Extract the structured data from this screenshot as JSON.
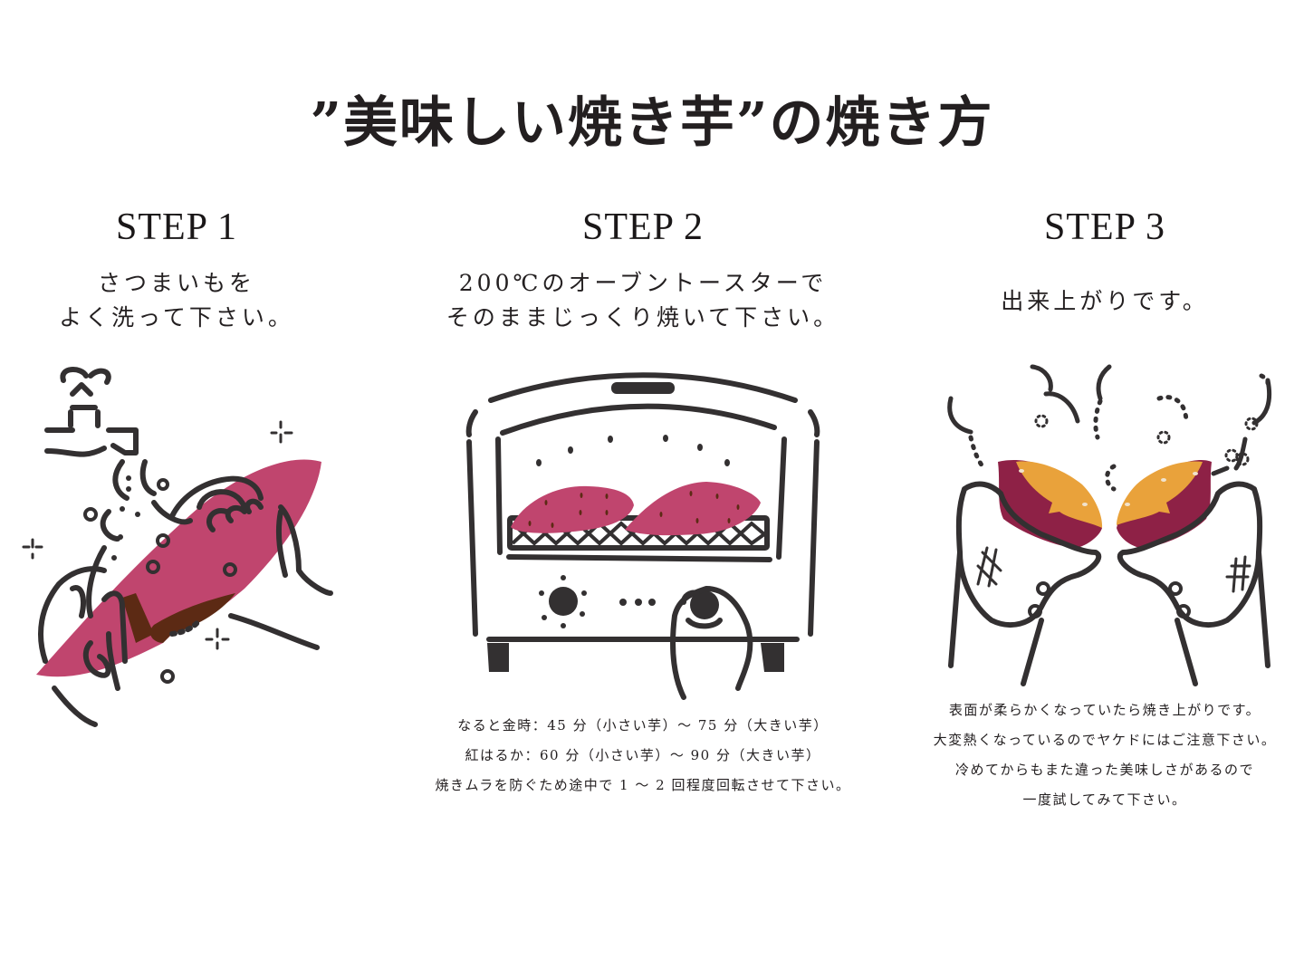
{
  "title": "”美味しい焼き芋”の焼き方",
  "colors": {
    "ink": "#333031",
    "potato_skin": "#c0456e",
    "potato_dirt": "#5c2a14",
    "baked_skin": "#8e2146",
    "baked_flesh": "#e9a23b"
  },
  "steps": [
    {
      "heading": "STEP 1",
      "description_lines": [
        "さつまいもを",
        "よく洗って下さい。"
      ],
      "illustration": "washing-sweet-potato-icon"
    },
    {
      "heading": "STEP 2",
      "description_lines": [
        "200℃のオーブントースターで",
        "そのままじっくり焼いて下さい。"
      ],
      "illustration": "toaster-oven-icon",
      "notes": [
        "なると金時：45 分（小さい芋）～ 75 分（大きい芋）",
        "紅はるか：60 分（小さい芋）～ 90 分（大きい芋）",
        "焼きムラを防ぐため途中で 1 ～ 2 回程度回転させて下さい。"
      ]
    },
    {
      "heading": "STEP 3",
      "description_lines": [
        "出来上がりです。"
      ],
      "illustration": "baked-sweet-potato-icon",
      "notes": [
        "表面が柔らかくなっていたら焼き上がりです。",
        "大変熱くなっているのでヤケドにはご注意下さい。",
        "冷めてからもまた違った美味しさがあるので",
        "一度試してみて下さい。"
      ]
    }
  ]
}
